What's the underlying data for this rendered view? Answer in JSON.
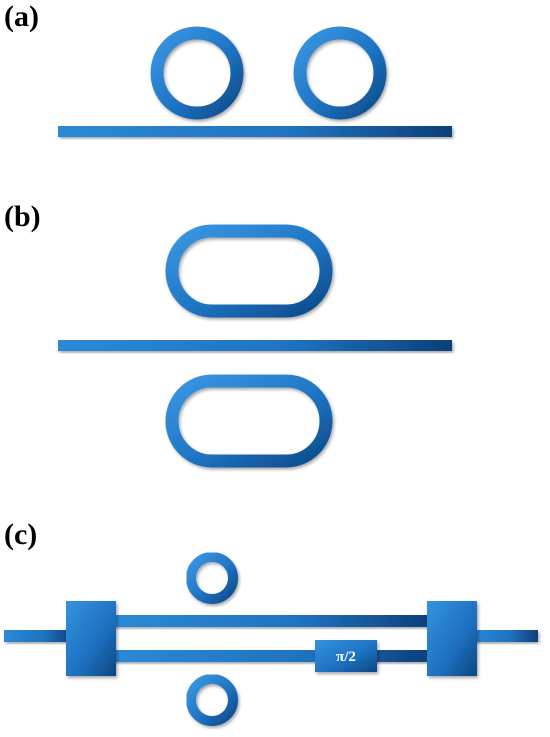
{
  "panels": {
    "a": {
      "label": "(a)"
    },
    "b": {
      "label": "(b)"
    },
    "c": {
      "label": "(c)",
      "phase_shifter_label": "π/2"
    }
  },
  "colors": {
    "waveguide": "#1f78c8",
    "waveguide_dark": "#0c4f8f",
    "background": "#ffffff"
  }
}
